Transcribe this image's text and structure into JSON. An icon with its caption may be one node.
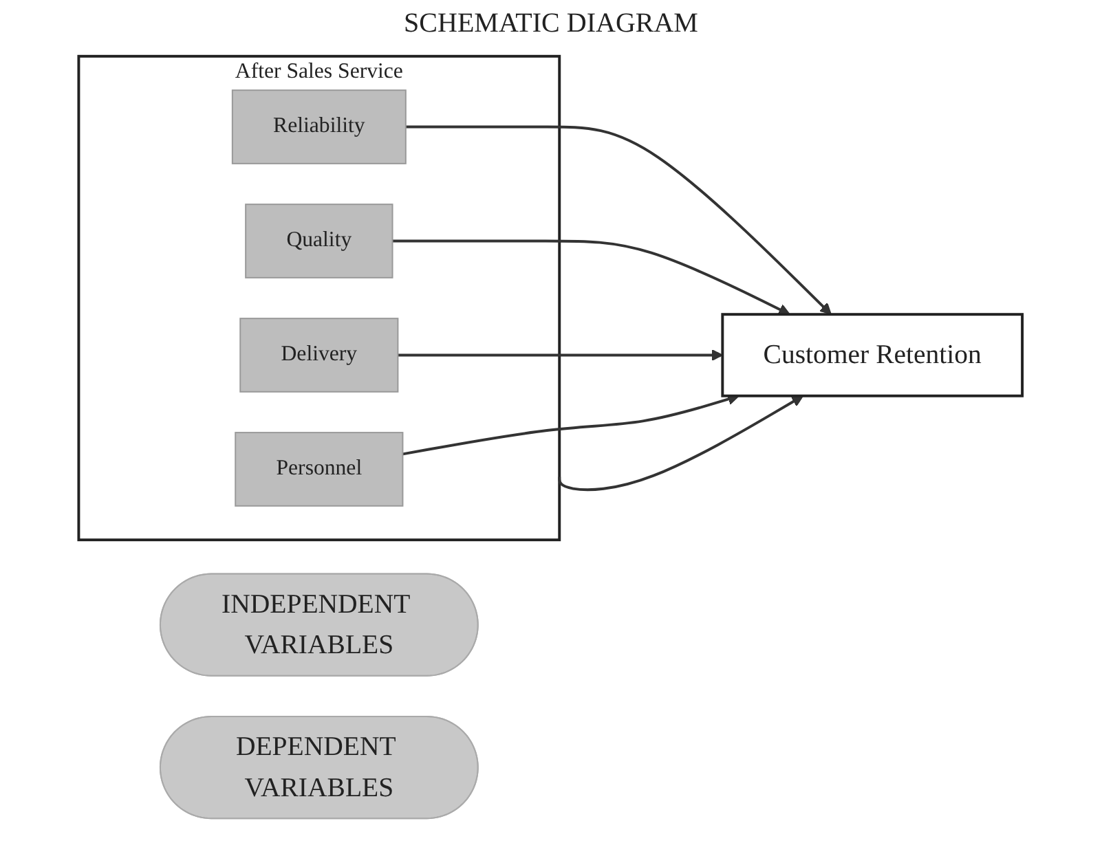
{
  "diagram": {
    "title": "SCHEMATIC DIAGRAM",
    "nodes": [
      {
        "text": [
          "INDEPENDENT VARIABLES"
        ]
      },
      {
        "text": [
          "DEPENDENT VARIABLES"
        ]
      },
      {
        "text": [
          "After Sales Service"
        ]
      },
      {
        "text": [
          "Reliability"
        ],
        "in": 2
      },
      {
        "text": [
          "Quality"
        ],
        "in": 2
      },
      {
        "text": [
          "Delivery"
        ],
        "in": 2
      },
      {
        "text": [
          "Personnel"
        ],
        "in": 2
      },
      {
        "text": [
          "Customer Retention"
        ]
      }
    ],
    "edges": [
      {
        "from": 2,
        "to": 7,
        "arrow": "to"
      },
      {
        "from": 3,
        "to": 7,
        "arrow": "to"
      },
      {
        "from": 4,
        "to": 7,
        "arrow": "to"
      },
      {
        "from": 5,
        "to": 7,
        "arrow": "to"
      },
      {
        "from": 6,
        "to": 7,
        "arrow": "to"
      }
    ]
  }
}
